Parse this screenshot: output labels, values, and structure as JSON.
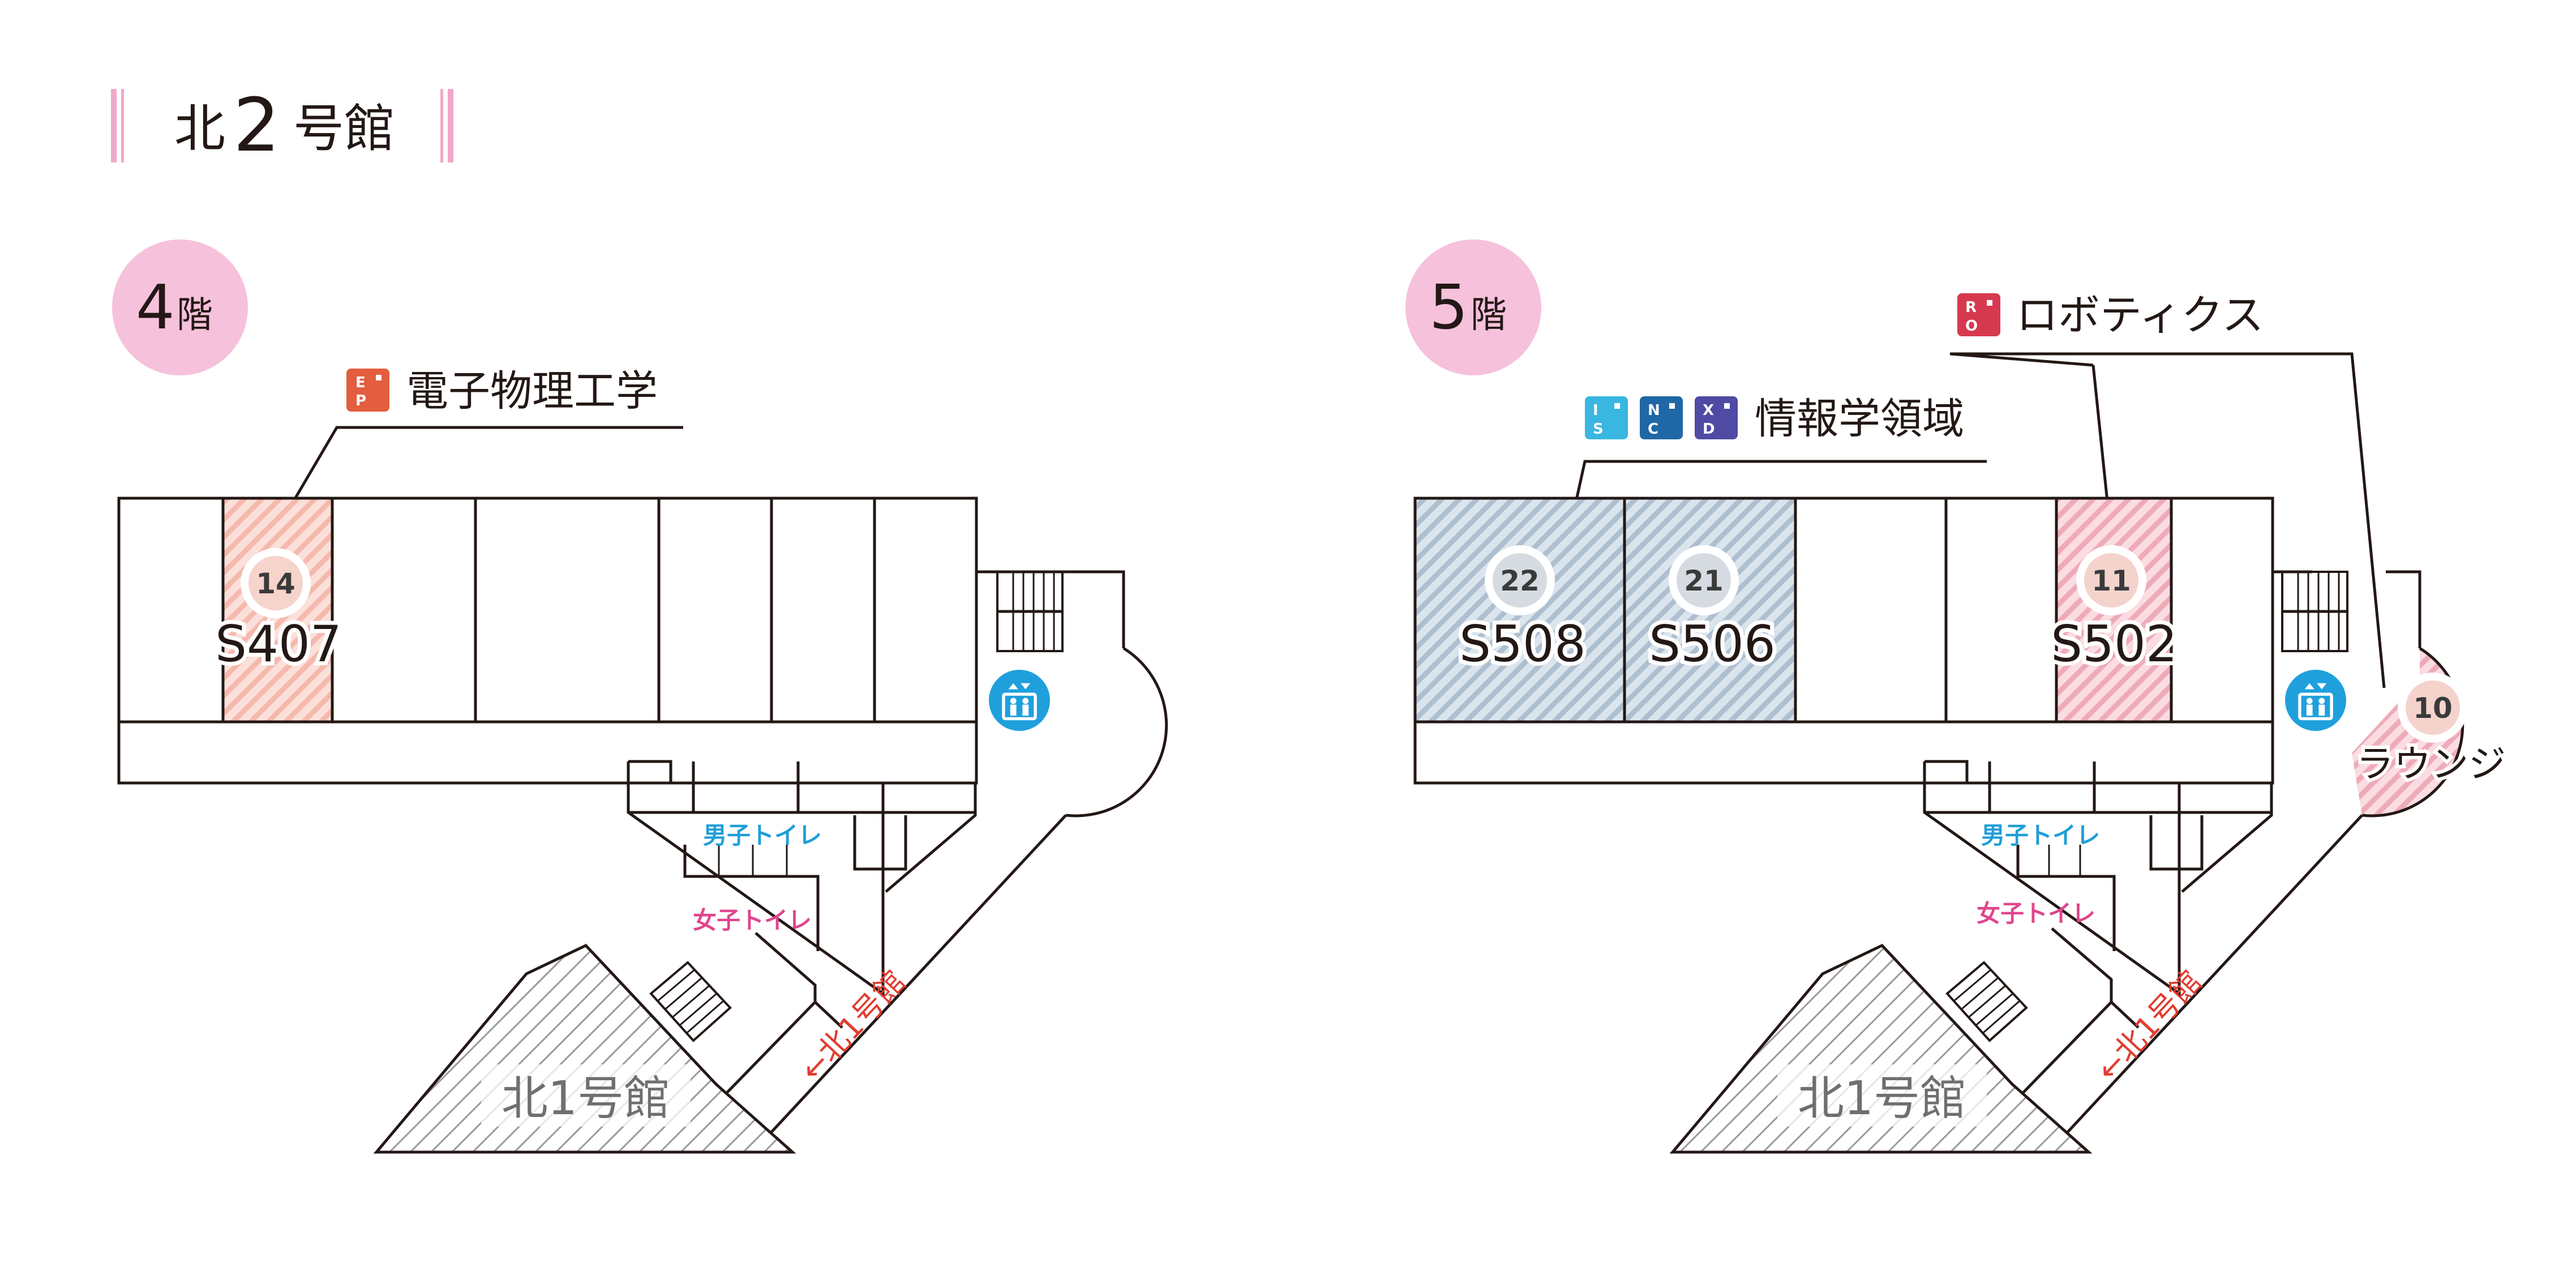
{
  "building": {
    "title_prefix": "北",
    "title_number": "2",
    "title_suffix": "号館"
  },
  "colors": {
    "accent_pink": "#f2a7c9",
    "floor_badge": "#f6c1db",
    "ep": "#e35d3f",
    "is": "#3ab7e0",
    "nc": "#1f67a6",
    "xd": "#4f4aa3",
    "ro": "#d6394f",
    "hatch_salmon": "#f7c6bd",
    "hatch_blue": "#bccbd9",
    "hatch_pink": "#f3bdc6",
    "hatch_gray": "#a0a0a0",
    "elevator": "#1fa0dd",
    "toilet_men": "#1f9fd8",
    "toilet_women": "#e0458d",
    "arrow_red": "#e23b2f"
  },
  "floor4": {
    "floor_number": "4",
    "floor_suffix": "階",
    "dept": {
      "icon": "ep-badge-icon",
      "icon_letters": "EP",
      "name": "電子物理工学"
    },
    "rooms": [
      {
        "number": "14",
        "name": "S407"
      }
    ],
    "toilet_men": "男子トイレ",
    "toilet_women": "女子トイレ",
    "to_north1": "←北1号館",
    "north1_label": "北1号館",
    "elevator_icon": "elevator-icon"
  },
  "floor5": {
    "floor_number": "5",
    "floor_suffix": "階",
    "dept_info": {
      "icons": [
        {
          "name": "is-badge-icon",
          "letters": "IS"
        },
        {
          "name": "nc-badge-icon",
          "letters": "NC"
        },
        {
          "name": "xd-badge-icon",
          "letters": "XD"
        }
      ],
      "name": "情報学領域"
    },
    "dept_robotics": {
      "icon": "ro-badge-icon",
      "icon_letters": "RO",
      "name": "ロボティクス"
    },
    "rooms": [
      {
        "number": "22",
        "name": "S508"
      },
      {
        "number": "21",
        "name": "S506"
      },
      {
        "number": "11",
        "name": "S502"
      },
      {
        "number": "10",
        "name": "ラウンジ"
      }
    ],
    "toilet_men": "男子トイレ",
    "toilet_women": "女子トイレ",
    "to_north1": "←北1号館",
    "north1_label": "北1号館",
    "elevator_icon": "elevator-icon"
  }
}
